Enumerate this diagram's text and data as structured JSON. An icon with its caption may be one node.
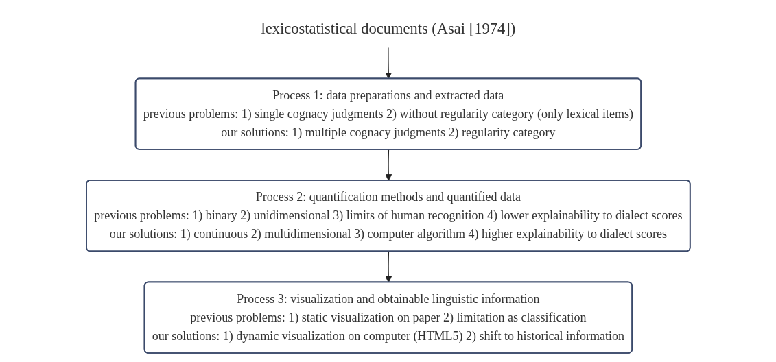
{
  "diagram": {
    "nodes": [
      {
        "text": [
          "lexicostatistical documents (Asai [1974])"
        ]
      },
      {
        "text": [
          "Process 1: data preparations and extracted data",
          "previous problems: 1) single cognacy judgments 2) without regularity category (only lexical items)",
          "our solutions: 1) multiple cognacy judgments 2) regularity category"
        ]
      },
      {
        "text": [
          "Process 2: quantification methods and quantified data",
          "previous problems: 1) binary 2) unidimensional 3) limits of human recognition 4) lower explainability to dialect scores",
          "our solutions: 1) continuous 2) multidimensional 3) computer algorithm 4) higher explainability to dialect scores"
        ]
      },
      {
        "text": [
          "Process 3: visualization and obtainable linguistic information",
          "previous problems: 1) static visualization on paper 2) limitation as classification",
          "our solutions: 1) dynamic visualization on computer (HTML5) 2) shift to historical information"
        ]
      }
    ],
    "edges": [
      {
        "from": 0,
        "to": 1,
        "arrow": "to"
      },
      {
        "from": 1,
        "to": 2,
        "arrow": "to"
      },
      {
        "from": 2,
        "to": 3,
        "arrow": "to"
      }
    ]
  }
}
